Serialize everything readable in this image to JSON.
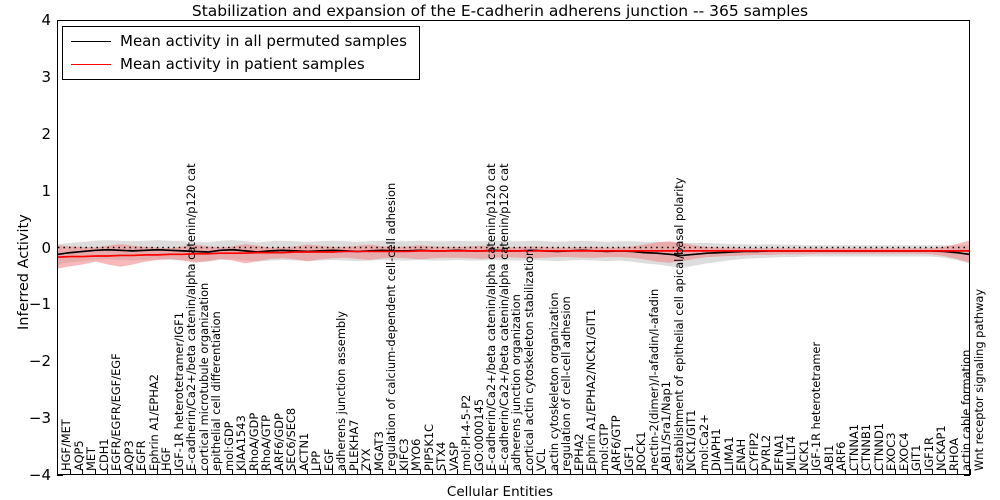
{
  "chart_data": {
    "type": "line",
    "title": "Stabilization and expansion of the E-cadherin adherens junction -- 365 samples",
    "xlabel": "Cellular Entities",
    "ylabel": "Inferred Activity",
    "ylim": [
      -4,
      4
    ],
    "yticks": [
      -4,
      -3,
      -2,
      -1,
      0,
      1,
      2,
      3,
      4
    ],
    "grid": false,
    "legend_position": "upper left",
    "legend": [
      {
        "name": "Mean activity in all permuted samples",
        "color": "#000000"
      },
      {
        "name": "Mean activity in patient samples",
        "color": "#ff0000"
      }
    ],
    "categories": [
      "HGF/MET",
      "AQP5",
      "MET",
      "CDH1",
      "EGFR/EGFR/EGF/EGF",
      "AQP3",
      "EGFR",
      "Ephrin A1/EPHA2",
      "HGF",
      "IGF-1R heterotetramer/IGF1",
      "E-cadherin/Ca2+/beta catenin/alpha catenin/p120 cat",
      "cortical microtubule organization",
      "epithelial cell differentiation",
      "mol:GDP",
      "KIAA1543",
      "RhoA/GDP",
      "RhoA/GTP",
      "ARF6/GDP",
      "SEC6/SEC8",
      "ACTN1",
      "LPP",
      "EGF",
      "adherens junction assembly",
      "PLEKHA7",
      "ZYX",
      "MGAT3",
      "regulation of calcium-dependent cell-cell adhesion",
      "KIFC3",
      "MYO6",
      "PIP5K1C",
      "STX4",
      "VASP",
      "mol:PI-4-5-P2",
      "GO:0000145",
      "E-cadherin/Ca2+/beta catenin/alpha catenin/p120 cat",
      "E-cadherin/Ca2+/beta catenin/alpha catenin/p120 cat",
      "adherens junction organization",
      "cortical actin cytoskeleton stabilization",
      "VCL",
      "actin cytoskeleton organization",
      "regulation of cell-cell adhesion",
      "EPHA2",
      "Ephrin A1/EPHA2/NCK1/GIT1",
      "mol:GTP",
      "ARF6/GTP",
      "IGF1",
      "ROCK1",
      "nectin-2(dimer)/l-afadin/l-afadin",
      "ABI1/Sra1/Nap1",
      "establishment of epithelial cell apical/basal polarity",
      "NCK1/GIT1",
      "mol:Ca2+",
      "DIAPH1",
      "LIMA1",
      "ENAH",
      "CYFIP2",
      "PVRL2",
      "EFNA1",
      "MLLT4",
      "NCK1",
      "IGF-1R heterotetramer",
      "ABI1",
      "ARF6",
      "CTNNA1",
      "CTNNB1",
      "CTNND1",
      "EXOC3",
      "EXOC4",
      "GIT1",
      "IGF1R",
      "NCKAP1",
      "RHOA",
      "actin cable formation",
      "Wnt receptor signaling pathway"
    ],
    "series": [
      {
        "name": "Mean activity in all permuted samples",
        "color": "#000000",
        "band_color": "#b4b4b4",
        "values": [
          -0.12,
          -0.09,
          -0.07,
          -0.05,
          -0.04,
          -0.05,
          -0.06,
          -0.05,
          -0.04,
          -0.05,
          -0.06,
          -0.07,
          -0.08,
          -0.05,
          -0.04,
          -0.06,
          -0.08,
          -0.06,
          -0.05,
          -0.06,
          -0.07,
          -0.06,
          -0.05,
          -0.06,
          -0.07,
          -0.06,
          -0.05,
          -0.06,
          -0.06,
          -0.05,
          -0.06,
          -0.06,
          -0.05,
          -0.06,
          -0.06,
          -0.05,
          -0.06,
          -0.06,
          -0.05,
          -0.06,
          -0.07,
          -0.06,
          -0.05,
          -0.06,
          -0.07,
          -0.06,
          -0.07,
          -0.09,
          -0.1,
          -0.12,
          -0.14,
          -0.12,
          -0.1,
          -0.09,
          -0.08,
          -0.07,
          -0.07,
          -0.06,
          -0.06,
          -0.06,
          -0.06,
          -0.06,
          -0.06,
          -0.06,
          -0.06,
          -0.06,
          -0.06,
          -0.06,
          -0.06,
          -0.06,
          -0.06,
          -0.07,
          -0.09,
          -0.12
        ],
        "band_lower": [
          -0.3,
          -0.26,
          -0.24,
          -0.22,
          -0.21,
          -0.22,
          -0.23,
          -0.22,
          -0.21,
          -0.22,
          -0.23,
          -0.24,
          -0.25,
          -0.22,
          -0.21,
          -0.23,
          -0.25,
          -0.23,
          -0.22,
          -0.23,
          -0.24,
          -0.23,
          -0.22,
          -0.23,
          -0.24,
          -0.23,
          -0.22,
          -0.23,
          -0.23,
          -0.22,
          -0.23,
          -0.23,
          -0.22,
          -0.23,
          -0.23,
          -0.22,
          -0.23,
          -0.23,
          -0.22,
          -0.23,
          -0.24,
          -0.23,
          -0.22,
          -0.23,
          -0.24,
          -0.23,
          -0.25,
          -0.28,
          -0.3,
          -0.33,
          -0.36,
          -0.32,
          -0.28,
          -0.25,
          -0.22,
          -0.2,
          -0.19,
          -0.18,
          -0.17,
          -0.17,
          -0.16,
          -0.16,
          -0.16,
          -0.16,
          -0.16,
          -0.16,
          -0.16,
          -0.16,
          -0.16,
          -0.16,
          -0.16,
          -0.18,
          -0.22,
          -0.28
        ],
        "band_upper": [
          0.06,
          0.08,
          0.1,
          0.12,
          0.13,
          0.12,
          0.11,
          0.12,
          0.13,
          0.12,
          0.11,
          0.1,
          0.09,
          0.12,
          0.13,
          0.11,
          0.09,
          0.11,
          0.12,
          0.11,
          0.1,
          0.11,
          0.12,
          0.11,
          0.1,
          0.11,
          0.12,
          0.11,
          0.11,
          0.12,
          0.11,
          0.11,
          0.12,
          0.11,
          0.11,
          0.12,
          0.11,
          0.11,
          0.12,
          0.11,
          0.1,
          0.11,
          0.12,
          0.11,
          0.1,
          0.11,
          0.11,
          0.1,
          0.1,
          0.09,
          0.08,
          0.08,
          0.08,
          0.07,
          0.06,
          0.06,
          0.05,
          0.06,
          0.05,
          0.05,
          0.04,
          0.04,
          0.04,
          0.04,
          0.04,
          0.04,
          0.04,
          0.04,
          0.04,
          0.04,
          0.04,
          0.04,
          0.04,
          0.04
        ]
      },
      {
        "name": "Mean activity in patient samples",
        "color": "#ff0000",
        "band_color": "#f08080",
        "values": [
          -0.17,
          -0.16,
          -0.16,
          -0.15,
          -0.15,
          -0.14,
          -0.14,
          -0.13,
          -0.13,
          -0.12,
          -0.12,
          -0.11,
          -0.11,
          -0.1,
          -0.1,
          -0.1,
          -0.09,
          -0.09,
          -0.09,
          -0.08,
          -0.08,
          -0.08,
          -0.08,
          -0.07,
          -0.07,
          -0.07,
          -0.07,
          -0.07,
          -0.07,
          -0.06,
          -0.06,
          -0.06,
          -0.06,
          -0.06,
          -0.06,
          -0.06,
          -0.06,
          -0.06,
          -0.06,
          -0.06,
          -0.06,
          -0.06,
          -0.06,
          -0.06,
          -0.06,
          -0.06,
          -0.06,
          -0.06,
          -0.06,
          -0.06,
          -0.06,
          -0.06,
          -0.06,
          -0.06,
          -0.06,
          -0.06,
          -0.06,
          -0.06,
          -0.06,
          -0.06,
          -0.06,
          -0.06,
          -0.06,
          -0.06,
          -0.06,
          -0.06,
          -0.06,
          -0.06,
          -0.06,
          -0.06,
          -0.06,
          -0.06,
          -0.06,
          -0.06
        ],
        "band_lower": [
          -0.37,
          -0.33,
          -0.3,
          -0.25,
          -0.3,
          -0.34,
          -0.3,
          -0.25,
          -0.22,
          -0.2,
          -0.23,
          -0.27,
          -0.24,
          -0.2,
          -0.23,
          -0.28,
          -0.24,
          -0.2,
          -0.19,
          -0.21,
          -0.24,
          -0.21,
          -0.19,
          -0.18,
          -0.2,
          -0.22,
          -0.19,
          -0.18,
          -0.19,
          -0.21,
          -0.19,
          -0.18,
          -0.18,
          -0.19,
          -0.2,
          -0.18,
          -0.17,
          -0.18,
          -0.19,
          -0.18,
          -0.17,
          -0.17,
          -0.18,
          -0.18,
          -0.17,
          -0.17,
          -0.18,
          -0.21,
          -0.25,
          -0.27,
          -0.24,
          -0.2,
          -0.17,
          -0.16,
          -0.15,
          -0.14,
          -0.13,
          -0.13,
          -0.12,
          -0.12,
          -0.12,
          -0.11,
          -0.11,
          -0.11,
          -0.11,
          -0.11,
          -0.11,
          -0.11,
          -0.11,
          -0.11,
          -0.12,
          -0.15,
          -0.2,
          -0.26
        ],
        "band_upper": [
          0.04,
          0.02,
          0.01,
          0.0,
          0.03,
          0.06,
          0.03,
          0.01,
          0.0,
          -0.01,
          0.02,
          0.05,
          0.02,
          0.0,
          0.02,
          0.06,
          0.03,
          0.0,
          0.0,
          0.02,
          0.05,
          0.03,
          0.01,
          0.01,
          0.03,
          0.05,
          0.02,
          0.01,
          0.02,
          0.04,
          0.02,
          0.01,
          0.01,
          0.02,
          0.03,
          0.01,
          0.0,
          0.01,
          0.02,
          0.01,
          0.0,
          0.0,
          0.01,
          0.01,
          0.0,
          0.0,
          0.02,
          0.05,
          0.09,
          0.11,
          0.08,
          0.04,
          0.01,
          0.0,
          0.0,
          -0.01,
          -0.01,
          -0.01,
          -0.01,
          -0.01,
          -0.01,
          -0.01,
          -0.01,
          -0.01,
          -0.01,
          -0.01,
          -0.01,
          -0.01,
          -0.01,
          -0.01,
          -0.01,
          0.01,
          0.06,
          0.12
        ]
      }
    ],
    "zero_line": {
      "value": 0,
      "style": "dotted",
      "color": "#000000"
    }
  }
}
